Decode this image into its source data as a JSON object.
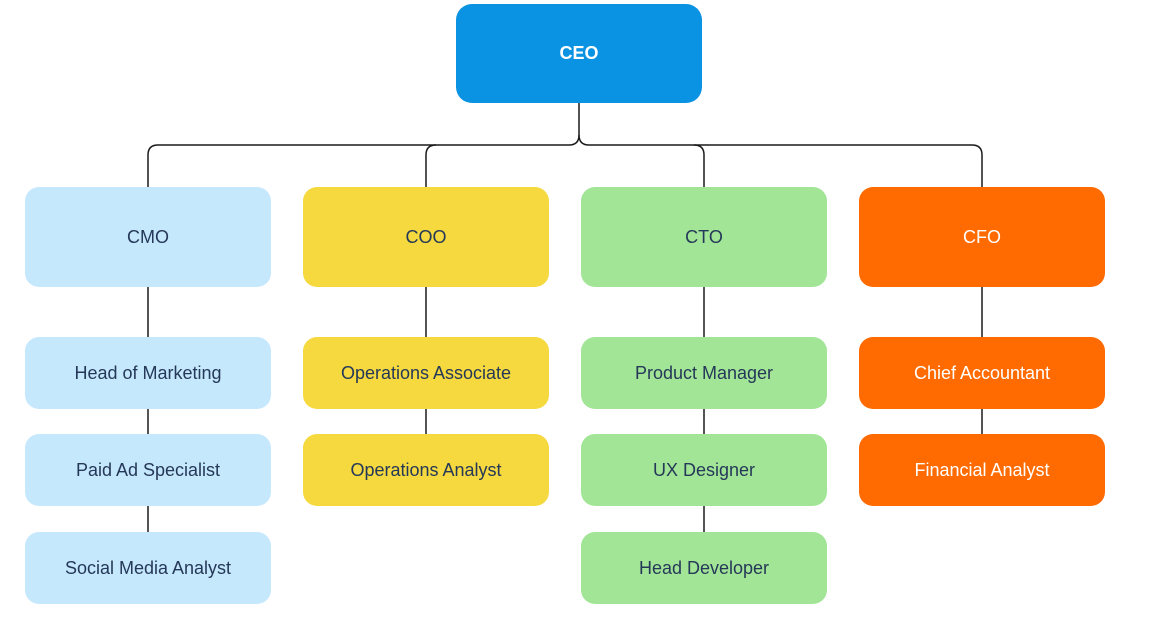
{
  "chart": {
    "root": {
      "label": "CEO",
      "color": "#0A93E2",
      "text_color": "#FFFFFF"
    },
    "departments": [
      {
        "label": "CMO",
        "color": "#C5E8FD",
        "text_color": "#253858",
        "reports": [
          "Head of Marketing",
          "Paid Ad Specialist",
          "Social Media Analyst"
        ]
      },
      {
        "label": "COO",
        "color": "#F5D93E",
        "text_color": "#253858",
        "reports": [
          "Operations Associate",
          "Operations Analyst"
        ]
      },
      {
        "label": "CTO",
        "color": "#A2E597",
        "text_color": "#253858",
        "reports": [
          "Product Manager",
          "UX Designer",
          "Head Developer"
        ]
      },
      {
        "label": "CFO",
        "color": "#FF6B00",
        "text_color": "#FFFFFF",
        "reports": [
          "Chief Accountant",
          "Financial Analyst"
        ]
      }
    ],
    "connector_color": "#1A1A1A"
  }
}
